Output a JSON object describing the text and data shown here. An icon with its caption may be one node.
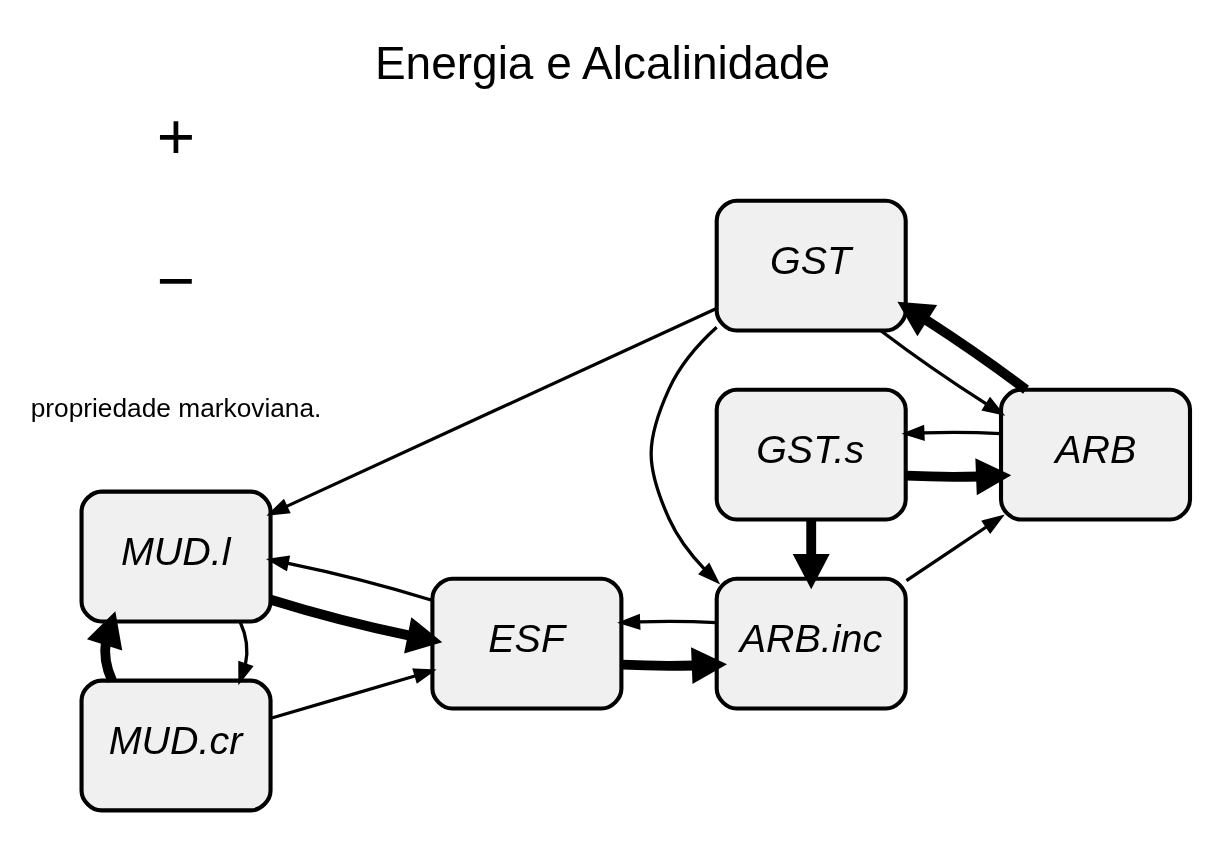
{
  "diagram": {
    "title": "Energia e Alcalinidade",
    "nodes": [
      {
        "text": [
          "MUD.l"
        ]
      },
      {
        "text": [
          "MUD.cr"
        ]
      },
      {
        "text": [
          "ESF"
        ]
      },
      {
        "text": [
          "GST"
        ]
      },
      {
        "text": [
          "ARB.inc"
        ]
      },
      {
        "text": [
          "ARB"
        ]
      },
      {
        "text": [
          "GST.s"
        ]
      }
    ],
    "edges": [
      {
        "from": 3,
        "to": 0,
        "arrow": "to"
      },
      {
        "from": 0,
        "to": 2,
        "arrow": "to",
        "style": "thick"
      },
      {
        "from": 2,
        "to": 0,
        "arrow": "to"
      },
      {
        "from": 0,
        "to": 1,
        "arrow": "to"
      },
      {
        "from": 1,
        "to": 0,
        "arrow": "to",
        "style": "thick"
      },
      {
        "from": 1,
        "to": 2,
        "arrow": "to"
      },
      {
        "from": 2,
        "to": 4,
        "arrow": "to",
        "style": "thick"
      },
      {
        "from": 4,
        "to": 2,
        "arrow": "to"
      },
      {
        "from": 3,
        "to": 4,
        "arrow": "to"
      },
      {
        "from": 3,
        "to": 5,
        "arrow": "to"
      },
      {
        "from": 5,
        "to": 3,
        "arrow": "to",
        "style": "thick"
      },
      {
        "from": 4,
        "to": 5,
        "arrow": "to"
      },
      {
        "from": 6,
        "to": 4,
        "arrow": "to",
        "style": "thick"
      },
      {
        "from": 6,
        "to": 5,
        "arrow": "to",
        "style": "thick"
      },
      {
        "from": 5,
        "to": 6,
        "arrow": "to"
      }
    ],
    "labels": [
      "propriedade markoviana.",
      "−",
      "+"
    ]
  }
}
